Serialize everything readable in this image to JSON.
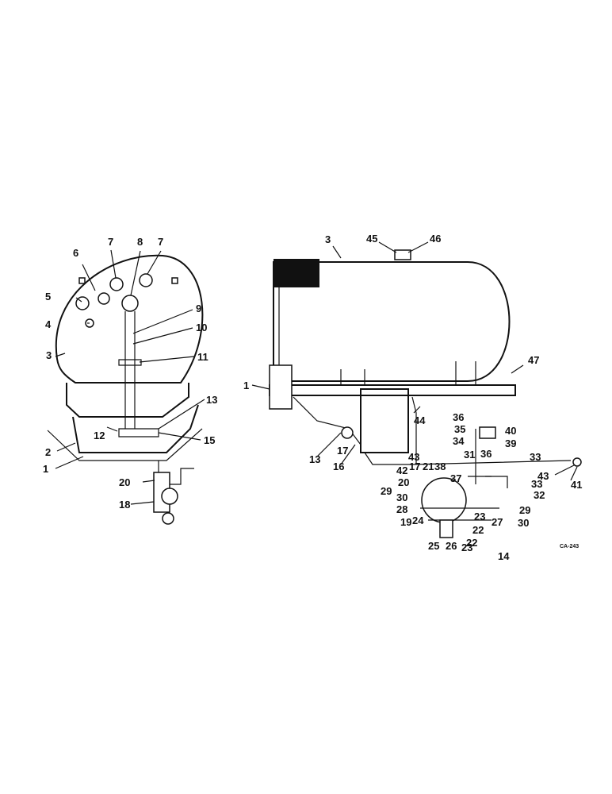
{
  "drawing_code": "CA-243",
  "left_view": {
    "callouts": [
      "1",
      "2",
      "3",
      "4",
      "5",
      "6",
      "7",
      "8",
      "7",
      "9",
      "10",
      "11",
      "12",
      "13",
      "15",
      "18",
      "20"
    ]
  },
  "right_view": {
    "callouts": [
      "1",
      "3",
      "13",
      "14",
      "16",
      "17",
      "17",
      "19",
      "20",
      "21",
      "22",
      "22",
      "23",
      "23",
      "24",
      "25",
      "26",
      "27",
      "28",
      "29",
      "29",
      "30",
      "30",
      "31",
      "32",
      "33",
      "33",
      "34",
      "35",
      "36",
      "36",
      "37",
      "38",
      "39",
      "40",
      "41",
      "42",
      "43",
      "43",
      "44",
      "45",
      "46",
      "47"
    ]
  }
}
